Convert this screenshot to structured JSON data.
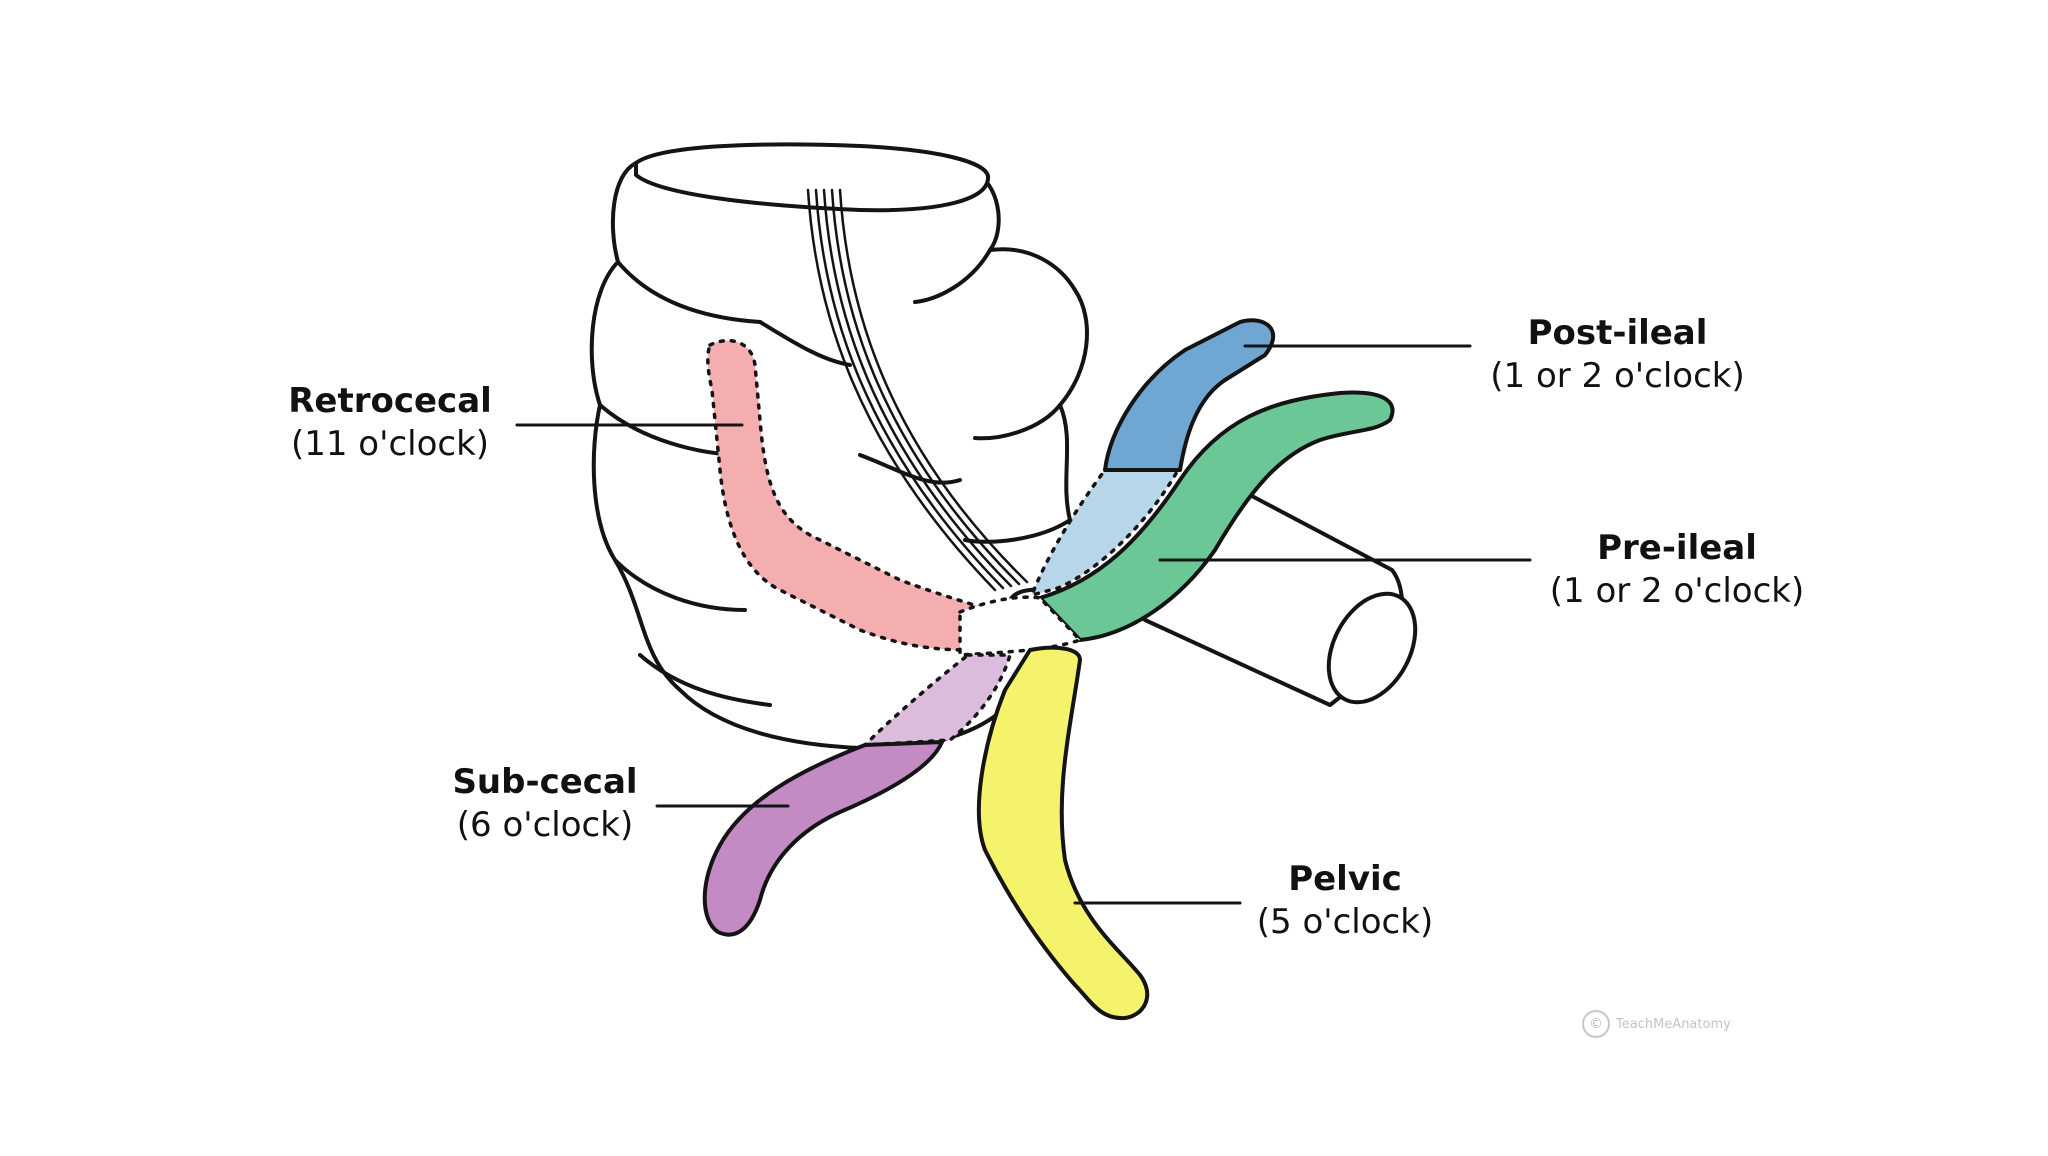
{
  "labels": {
    "retrocecal": {
      "name": "Retrocecal",
      "position": "(11 o'clock)"
    },
    "post_ileal": {
      "name": "Post-ileal",
      "position": "(1 or 2 o'clock)"
    },
    "pre_ileal": {
      "name": "Pre-ileal",
      "position": "(1 or 2 o'clock)"
    },
    "sub_cecal": {
      "name": "Sub-cecal",
      "position": "(6 o'clock)"
    },
    "pelvic": {
      "name": "Pelvic",
      "position": "(5 o'clock)"
    }
  },
  "colors": {
    "retrocecal": "#f5aeb0",
    "post_ileal": "#6fa6d2",
    "post_ileal_hidden": "#b8d6ea",
    "pre_ileal": "#6cc797",
    "sub_cecal": "#c38ac4",
    "sub_cecal_hidden": "#dcbcdd",
    "pelvic": "#f5f26c",
    "outline": "#141414"
  },
  "watermark": {
    "text": "TeachMeAnatomy",
    "symbol": "©"
  }
}
